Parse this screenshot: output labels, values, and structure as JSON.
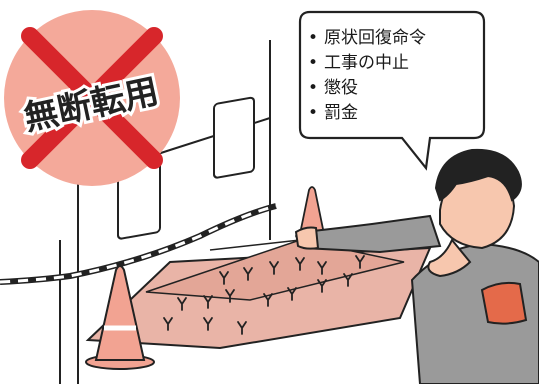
{
  "badge": {
    "label": "無断転用",
    "circle_color": "#f4a99a",
    "cross_color": "#d7262b"
  },
  "speech_bubble": {
    "items": [
      {
        "text": "原状回復命令"
      },
      {
        "text": "工事の中止"
      },
      {
        "text": "懲役"
      },
      {
        "text": "罰金"
      }
    ]
  },
  "palette": {
    "field_fill": "#e9b4a7",
    "cone_fill": "#f2a392",
    "skin": "#f7c7ae",
    "armband": "#e46a4a",
    "jacket": "#9a9a9a"
  }
}
